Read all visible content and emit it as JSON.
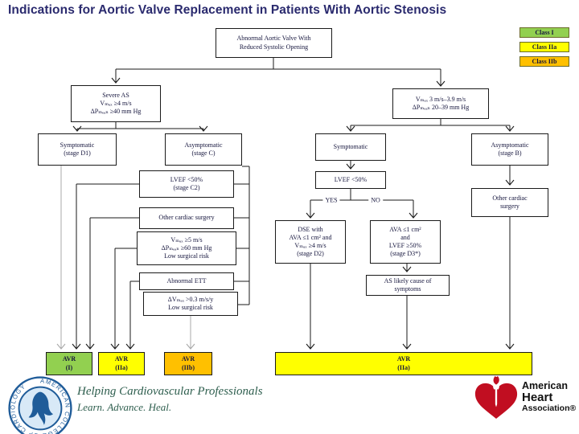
{
  "title": "Indications for Aortic Valve Replacement in Patients With Aortic Stenosis",
  "legend": [
    {
      "label": "Class I",
      "color": "#92D050"
    },
    {
      "label": "Class IIa",
      "color": "#FFFF00"
    },
    {
      "label": "Class IIb",
      "color": "#FFC000"
    }
  ],
  "boxes": {
    "abnormal_valve": {
      "line1": "Abnormal Aortic Valve With",
      "line2": "Reduced Systolic Opening"
    },
    "severe_as": {
      "line1": "Severe AS",
      "line2": "Vₘₐₓ ≥4 m/s",
      "line3": "ΔPₘₑₐₙ ≥40 mm Hg"
    },
    "moderate_as": {
      "line1": "Vₘₐₓ 3 m/s–3.9 m/s",
      "line2": "ΔPₘₑₐₙ 20–39 mm Hg"
    },
    "symptomatic_d1": {
      "line1": "Symptomatic",
      "line2": "(stage D1)"
    },
    "asymptomatic_c": {
      "line1": "Asymptomatic",
      "line2": "(stage C)"
    },
    "symptomatic_mod": {
      "line1": "Symptomatic"
    },
    "asymptomatic_b": {
      "line1": "Asymptomatic",
      "line2": "(stage B)"
    },
    "lvef_c2": {
      "line1": "LVEF <50%",
      "line2": "(stage C2)"
    },
    "other_surgery_left": {
      "line1": "Other cardiac surgery"
    },
    "vmax5": {
      "line1": "Vₘₐₓ ≥5 m/s",
      "line2": "ΔPₘₑₐₙ ≥60 mm Hg",
      "line3": "Low surgical risk"
    },
    "abnormal_ett": {
      "line1": "Abnormal ETT"
    },
    "delta_vmax": {
      "line1": "ΔVₘₐₓ >0.3 m/s/y",
      "line2": "Low surgical risk"
    },
    "lvef_mid": {
      "line1": "LVEF <50%"
    },
    "dse_d2": {
      "line1": "DSE with",
      "line2": "AVA ≤1 cm² and",
      "line3": "Vₘₐₓ ≥4 m/s",
      "line4": "(stage D2)"
    },
    "ava_d3": {
      "line1": "AVA ≤1 cm²",
      "line2": "and",
      "line3": "LVEF ≥50%",
      "line4": "(stage D3*)"
    },
    "as_likely": {
      "line1": "AS likely cause of",
      "line2": "symptoms"
    },
    "other_surgery_right": {
      "line1": "Other cardiac",
      "line2": "surgery"
    },
    "avr_i": {
      "line1": "AVR",
      "line2": "(I)"
    },
    "avr_iia_left": {
      "line1": "AVR",
      "line2": "(IIa)"
    },
    "avr_iib": {
      "line1": "AVR",
      "line2": "(IIb)"
    },
    "avr_iia_wide": {
      "line1": "AVR",
      "line2": "(IIa)"
    }
  },
  "branch": {
    "yes": "YES",
    "no": "NO"
  },
  "footer": {
    "acc_seal_text": "AMERICAN COLLEGE OF CARDIOLOGY",
    "tagline1": "Helping Cardiovascular Professionals",
    "tagline2": "Learn. Advance. Heal.",
    "aha_line1": "American",
    "aha_line2": "Heart",
    "aha_line3": "Association®"
  },
  "colors": {
    "class_i_green": "#92D050",
    "class_iia_yellow": "#FFFF00",
    "class_iib_orange": "#FFC000",
    "title_navy": "#2A2A6E",
    "aha_red": "#C10E21",
    "acc_blue": "#1F5C99"
  }
}
